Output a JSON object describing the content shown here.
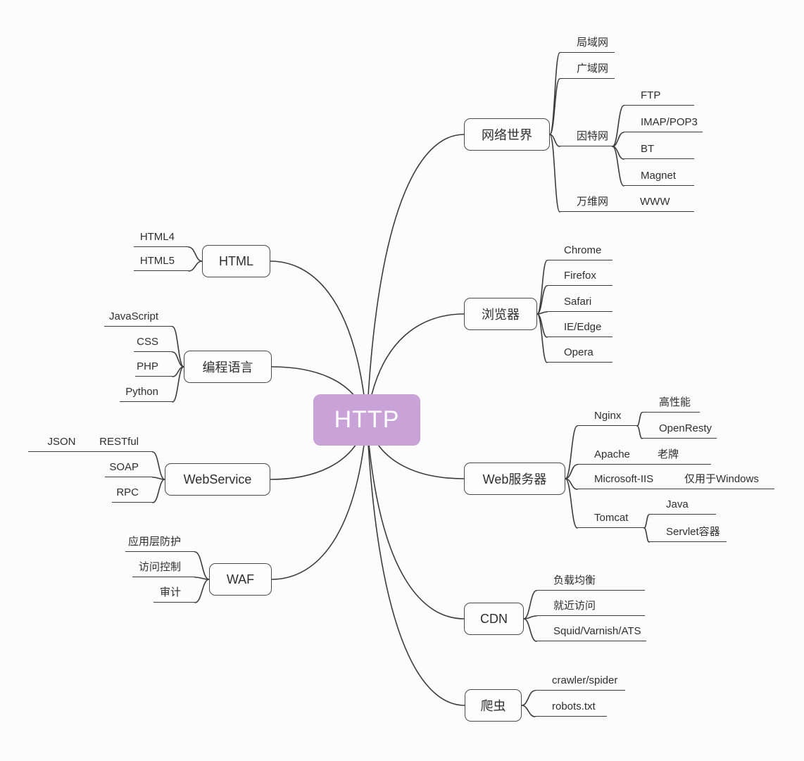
{
  "root": {
    "label": "HTTP"
  },
  "branches": [
    {
      "label": "网络世界",
      "children": [
        {
          "label": "局域网"
        },
        {
          "label": "广域网"
        },
        {
          "label": "因特网",
          "children": [
            {
              "label": "FTP"
            },
            {
              "label": "IMAP/POP3"
            },
            {
              "label": "BT"
            },
            {
              "label": "Magnet"
            }
          ]
        },
        {
          "label": "万维网",
          "children": [
            {
              "label": "WWW"
            }
          ]
        }
      ]
    },
    {
      "label": "浏览器",
      "children": [
        {
          "label": "Chrome"
        },
        {
          "label": "Firefox"
        },
        {
          "label": "Safari"
        },
        {
          "label": "IE/Edge"
        },
        {
          "label": "Opera"
        }
      ]
    },
    {
      "label": "Web服务器",
      "children": [
        {
          "label": "Nginx",
          "children": [
            {
              "label": "高性能"
            },
            {
              "label": "OpenResty"
            }
          ]
        },
        {
          "label": "Apache",
          "children": [
            {
              "label": "老牌"
            }
          ]
        },
        {
          "label": "Microsoft-IIS",
          "children": [
            {
              "label": "仅用于Windows"
            }
          ]
        },
        {
          "label": "Tomcat",
          "children": [
            {
              "label": "Java"
            },
            {
              "label": "Servlet容器"
            }
          ]
        }
      ]
    },
    {
      "label": "CDN",
      "children": [
        {
          "label": "负载均衡"
        },
        {
          "label": "就近访问"
        },
        {
          "label": "Squid/Varnish/ATS"
        }
      ]
    },
    {
      "label": "爬虫",
      "children": [
        {
          "label": "crawler/spider"
        },
        {
          "label": "robots.txt"
        }
      ]
    },
    {
      "label": "HTML",
      "children": [
        {
          "label": "HTML4"
        },
        {
          "label": "HTML5"
        }
      ]
    },
    {
      "label": "编程语言",
      "children": [
        {
          "label": "JavaScript"
        },
        {
          "label": "CSS"
        },
        {
          "label": "PHP"
        },
        {
          "label": "Python"
        }
      ]
    },
    {
      "label": "WebService",
      "children": [
        {
          "label": "RESTful",
          "children": [
            {
              "label": "JSON"
            }
          ]
        },
        {
          "label": "SOAP"
        },
        {
          "label": "RPC"
        }
      ]
    },
    {
      "label": "WAF",
      "children": [
        {
          "label": "应用层防护"
        },
        {
          "label": "访问控制"
        },
        {
          "label": "审计"
        }
      ]
    }
  ],
  "colors": {
    "root_fill": "#c9a2d7",
    "root_text": "#ffffff",
    "line": "#3c3c3c",
    "box_border": "#4a4a4a",
    "background": "#fcfcfc"
  }
}
